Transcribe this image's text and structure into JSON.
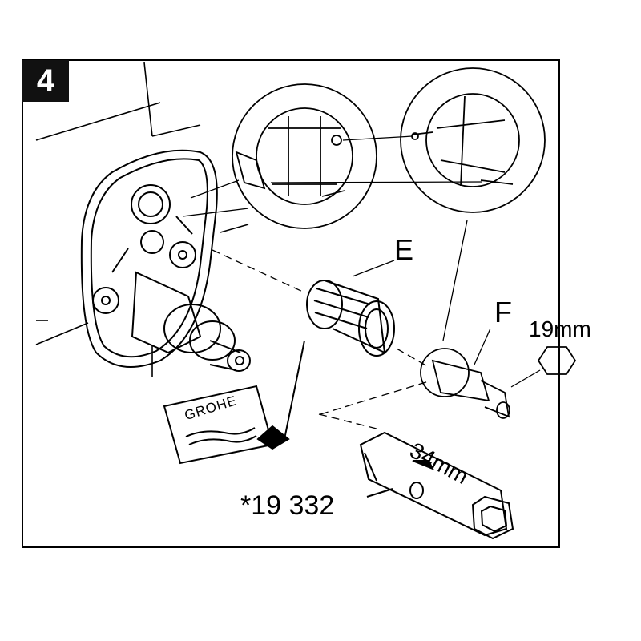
{
  "step_number": "4",
  "labels": {
    "cartridge_e": "E",
    "cartridge_f": "F",
    "wrench_size_hex": "19mm",
    "wrench_size_tool": "34mm",
    "part_number": "*19 332"
  },
  "logo": {
    "brand": "GROHE"
  },
  "colors": {
    "ink": "#000000",
    "paper": "#ffffff",
    "badge": "#111111"
  }
}
